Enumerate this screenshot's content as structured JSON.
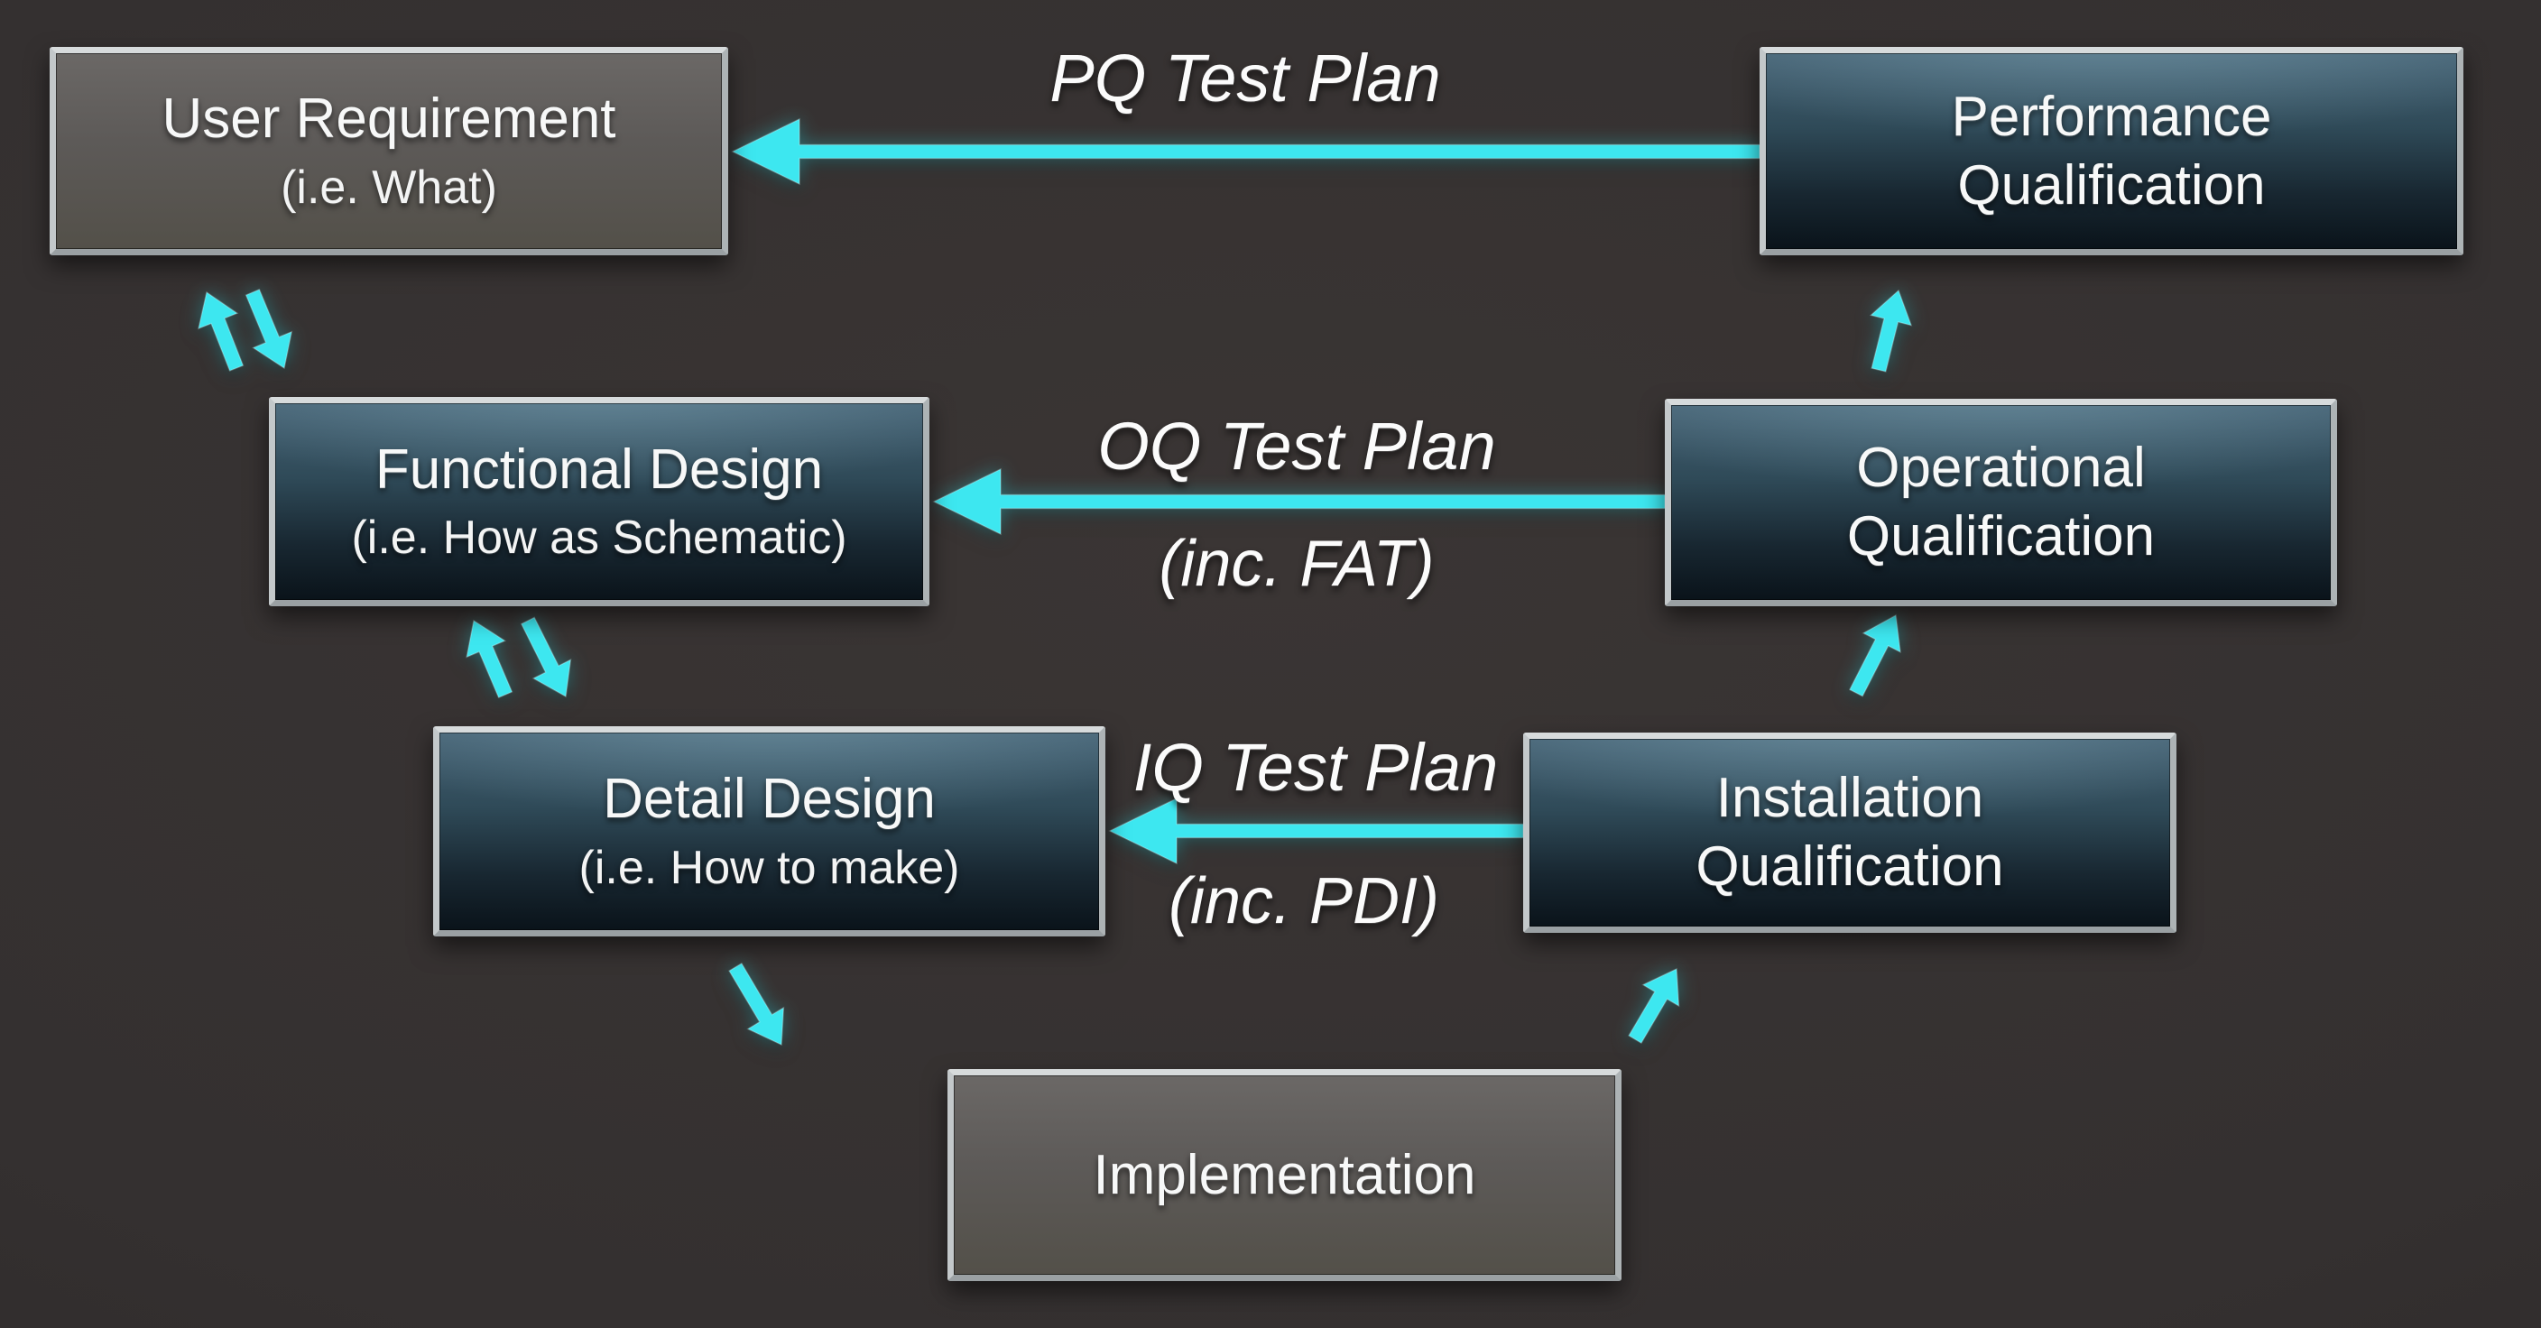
{
  "diagram": {
    "background_color": "#343030",
    "arrow_color": "#3de7f0",
    "box_border_color": "#b9bec0",
    "boxes": [
      {
        "title": "User Requirement",
        "subtitle": "(i.e. What)"
      },
      {
        "title": "Performance\nQualification",
        "subtitle": ""
      },
      {
        "title": "Functional Design",
        "subtitle": "(i.e. How as Schematic)"
      },
      {
        "title": "Operational\nQualification",
        "subtitle": ""
      },
      {
        "title": "Detail Design",
        "subtitle": "(i.e. How to make)"
      },
      {
        "title": "Installation\nQualification",
        "subtitle": ""
      },
      {
        "title": "Implementation",
        "subtitle": ""
      }
    ],
    "arrow_labels": {
      "pq": {
        "title": "PQ Test Plan",
        "subtitle": ""
      },
      "oq": {
        "title": "OQ Test Plan",
        "subtitle": "(inc. FAT)"
      },
      "iq": {
        "title": "IQ Test Plan",
        "subtitle": "(inc. PDI)"
      }
    }
  }
}
